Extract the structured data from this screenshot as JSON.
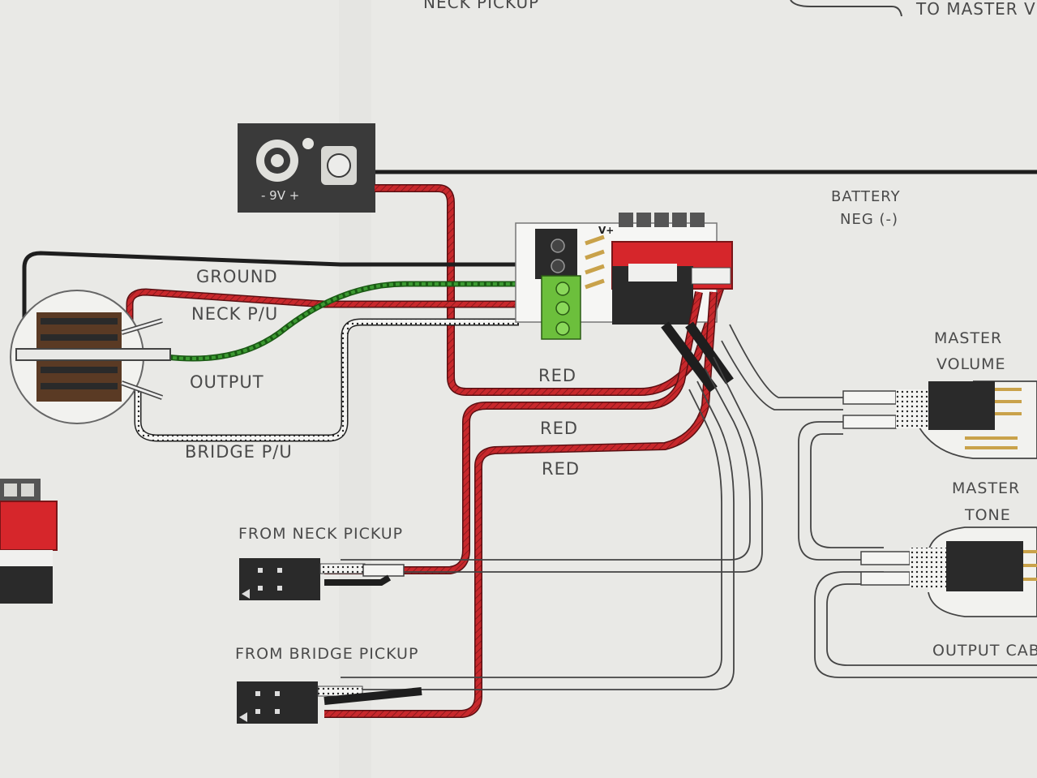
{
  "header": {
    "top_label_left": "NECK PICKUP",
    "top_label_right": "TO MASTER V"
  },
  "jack": {
    "marking": "- 9V +"
  },
  "board": {
    "vplus": "V+"
  },
  "battery": {
    "line1": "BATTERY",
    "line2": "NEG (-)"
  },
  "wires": {
    "ground": "GROUND",
    "neck_pu": "NECK P/U",
    "output": "OUTPUT",
    "bridge_pu": "BRIDGE P/U",
    "red_1": "RED",
    "red_2": "RED",
    "red_3": "RED"
  },
  "controls": {
    "master_volume_1": "MASTER",
    "master_volume_2": "VOLUME",
    "master_tone_1": "MASTER",
    "master_tone_2": "TONE",
    "output_cable": "OUTPUT CAB"
  },
  "connectors": {
    "from_neck": "FROM NECK PICKUP",
    "from_bridge": "FROM BRIDGE PICKUP"
  },
  "colors": {
    "paper": "#e9e9e6",
    "wire_red": "#c8282c",
    "wire_green": "#3c9a32",
    "wire_black": "#1e1e1e",
    "connector_red": "#d6262b",
    "terminal_green": "#6cbf3c"
  }
}
